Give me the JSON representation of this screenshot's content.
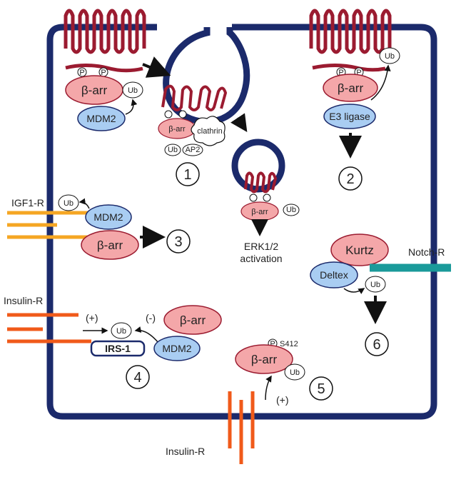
{
  "colors": {
    "membrane": "#1b2a6b",
    "receptor_loop": "#9b1b30",
    "beta_arrestin_fill": "#f4a7a9",
    "mdm2_fill": "#a9cdf2",
    "igf1r_color": "#f5a623",
    "insulinr_color": "#f05a1a",
    "notch_color": "#1a9a9a"
  },
  "labels": {
    "beta_arr": "β-arr",
    "mdm2": "MDM2",
    "ub": "Ub",
    "p": "P",
    "e3_ligase": "E3 ligase",
    "clathrin": "clathrin",
    "ap2": "AP2",
    "erk": "ERK1/2",
    "activation": "activation",
    "igf1r": "IGF1-R",
    "insulin_r_left": "Insulin-R",
    "insulin_r_bottom": "Insulin-R",
    "notch_r": "Notch-R",
    "kurtz": "Kurtz",
    "deltex": "Deltex",
    "irs1": "IRS-1",
    "plus": "(+)",
    "minus": "(-)",
    "s412": "S412",
    "n1": "1",
    "n2": "2",
    "n3": "3",
    "n4": "4",
    "n5": "5",
    "n6": "6"
  }
}
